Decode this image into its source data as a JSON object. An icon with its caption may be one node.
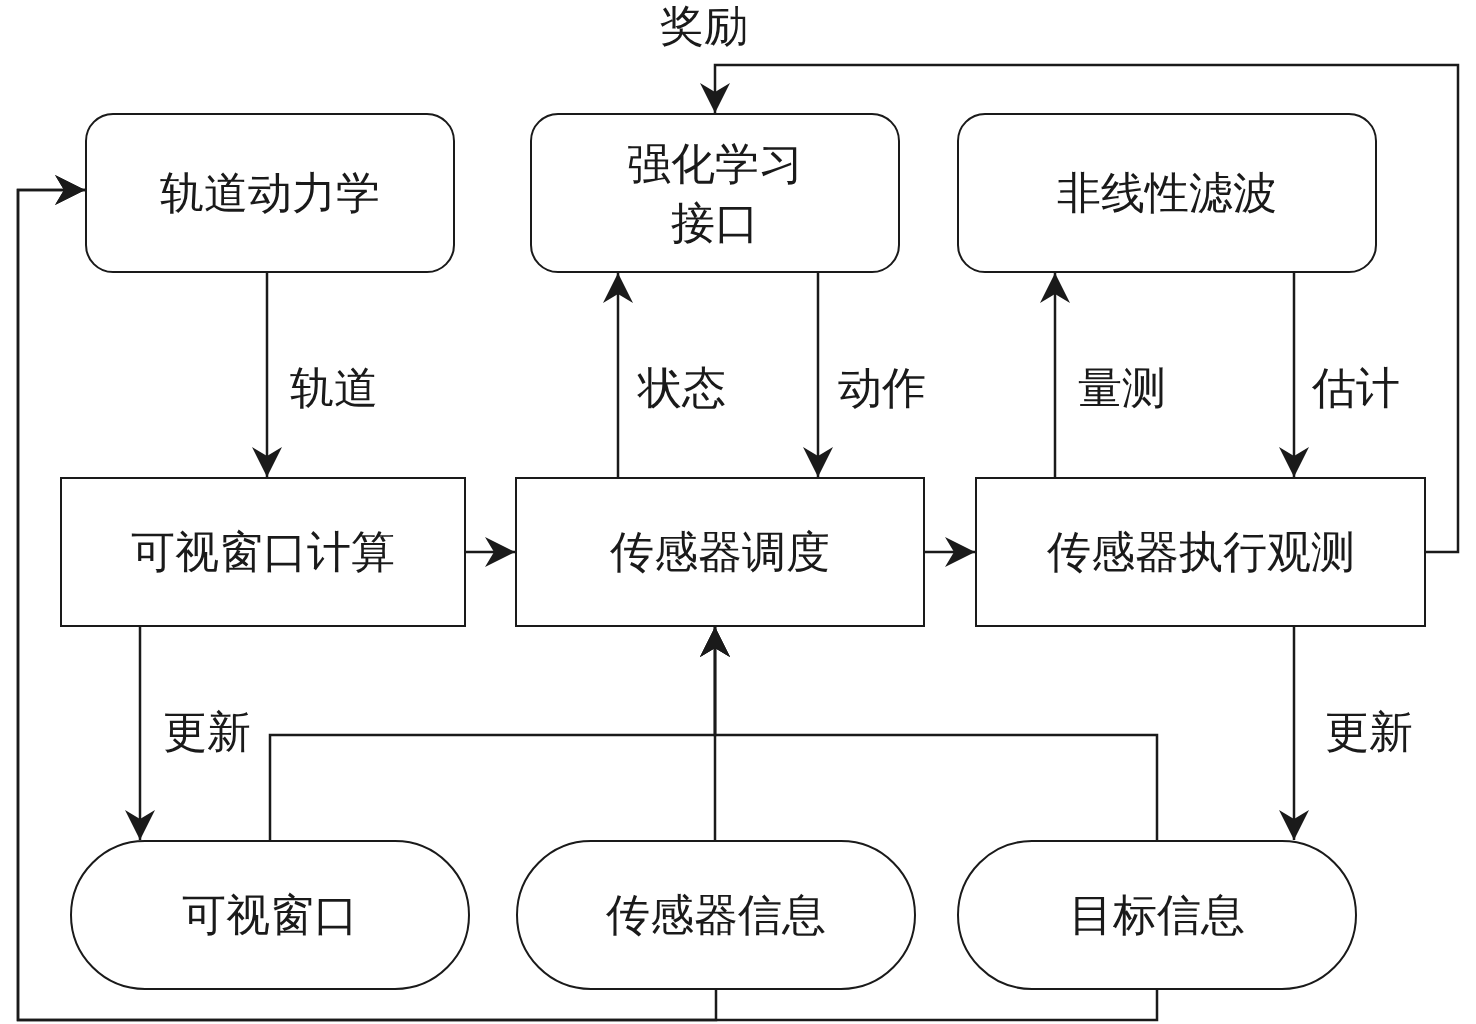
{
  "diagram": {
    "nodes": [
      {
        "text": [
          "轨道动力学"
        ]
      },
      {
        "text": [
          "强化学习接口"
        ]
      },
      {
        "text": [
          "非线性滤波"
        ]
      },
      {
        "text": [
          "可视窗口计算"
        ]
      },
      {
        "text": [
          "传感器调度"
        ]
      },
      {
        "text": [
          "传感器执行观测"
        ]
      },
      {
        "text": [
          "可视窗口"
        ]
      },
      {
        "text": [
          "传感器信息"
        ]
      },
      {
        "text": [
          "目标信息"
        ]
      }
    ],
    "edges": [
      {
        "from": 0,
        "to": 3,
        "arrow": "to",
        "label": "轨道"
      },
      {
        "from": 4,
        "to": 1,
        "arrow": "to",
        "label": "状态"
      },
      {
        "from": 1,
        "to": 4,
        "arrow": "to",
        "label": "动作"
      },
      {
        "from": 5,
        "to": 2,
        "arrow": "to",
        "label": "量测"
      },
      {
        "from": 2,
        "to": 5,
        "arrow": "to",
        "label": "估计"
      },
      {
        "from": 3,
        "to": 4,
        "arrow": "to"
      },
      {
        "from": 4,
        "to": 5,
        "arrow": "to"
      },
      {
        "from": 5,
        "to": 1,
        "arrow": "to",
        "label": "奖励"
      },
      {
        "from": 3,
        "to": 6,
        "arrow": "to",
        "label": "更新"
      },
      {
        "from": 5,
        "to": 8,
        "arrow": "to",
        "label": "更新"
      },
      {
        "from": 6,
        "to": 4,
        "arrow": "to"
      },
      {
        "from": 7,
        "to": 4,
        "arrow": "to"
      },
      {
        "from": 8,
        "to": 4,
        "arrow": "to"
      },
      {
        "from": 7,
        "to": 0,
        "arrow": "to"
      },
      {
        "from": 8,
        "to": 0,
        "arrow": "to"
      }
    ]
  }
}
